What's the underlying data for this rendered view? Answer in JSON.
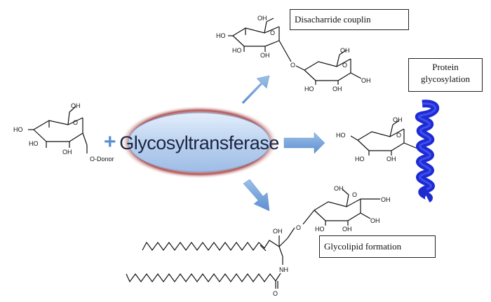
{
  "enzyme": {
    "label": "Glycosyltransferase"
  },
  "donor": {
    "ring_labels": {
      "oh_top": "OH",
      "ho_left": "HO",
      "ho_bottom": "HO",
      "oh_bottom": "OH",
      "ring_o": "O"
    },
    "substituent": "O-Donor"
  },
  "operator": "+",
  "outcomes": {
    "disaccharide": {
      "label": "Disacharride couplin"
    },
    "protein": {
      "label_line1": "Protein",
      "label_line2": "glycosylation"
    },
    "glycolipid": {
      "label": "Glycolipid formation"
    }
  },
  "atoms": {
    "oh": "OH",
    "ho": "HO",
    "o": "O",
    "nh": "NH"
  },
  "colors": {
    "arrow": "#6f9fd6",
    "enzyme_fill": "#b4cdee",
    "enzyme_ring": "#a8585a",
    "helix": "#1d2bd0",
    "plus": "#5b8fd2"
  }
}
